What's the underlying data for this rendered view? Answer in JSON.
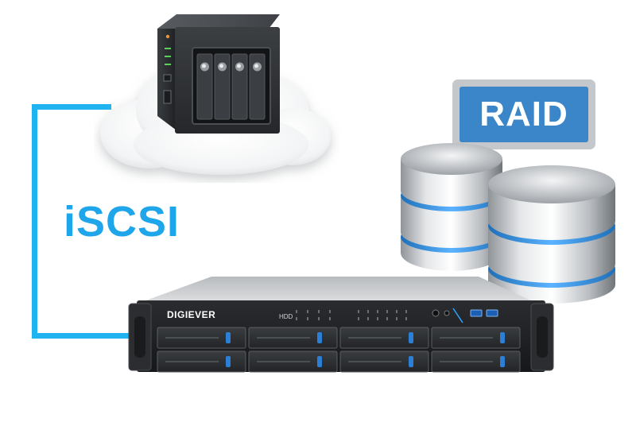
{
  "connection_label": "iSCSI",
  "raid_badge": {
    "label": "RAID",
    "color": "#3a86c8",
    "frame_color": "#c4c8cb"
  },
  "rack_server": {
    "brand": "DIGIEVER",
    "hdd_label": "HDD",
    "drive_bays": 8
  },
  "nas_device": {
    "drive_bays": 4
  },
  "database_stacks": 2,
  "connector_color": "#1fb3f2",
  "icons": [
    "cloud-icon",
    "nas-device-icon",
    "database-icon",
    "rack-server-icon"
  ]
}
